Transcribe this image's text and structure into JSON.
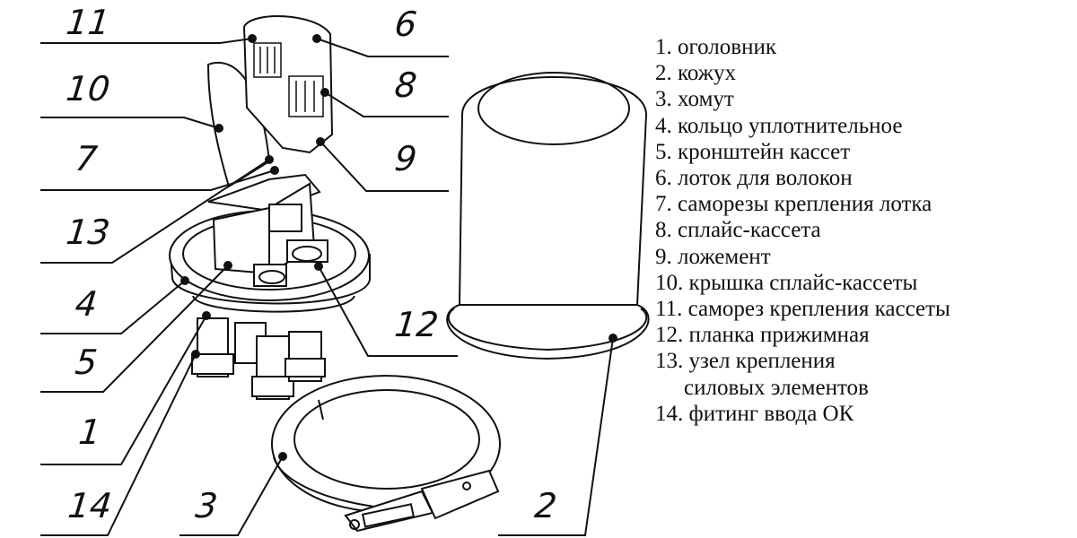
{
  "callouts": {
    "n11": "11",
    "n10": "10",
    "n7": "7",
    "n13": "13",
    "n4": "4",
    "n5": "5",
    "n1": "1",
    "n14": "14",
    "n3": "3",
    "n6": "6",
    "n8": "8",
    "n9": "9",
    "n12": "12",
    "n2": "2"
  },
  "legend": {
    "items": [
      "1. оголовник",
      "2. кожух",
      "3. хомут",
      "4. кольцо уплотнительное",
      "5. кронштейн кассет",
      "6. лоток для волокон",
      "7. саморезы крепления лотка",
      "8. сплайс-кассета",
      "9. ложемент",
      "10. крышка сплайс-кассеты",
      "11. саморез крепления кассеты",
      "12. планка прижимная",
      "13. узел крепления",
      "силовых элементов",
      "14. фитинг ввода ОК"
    ]
  }
}
